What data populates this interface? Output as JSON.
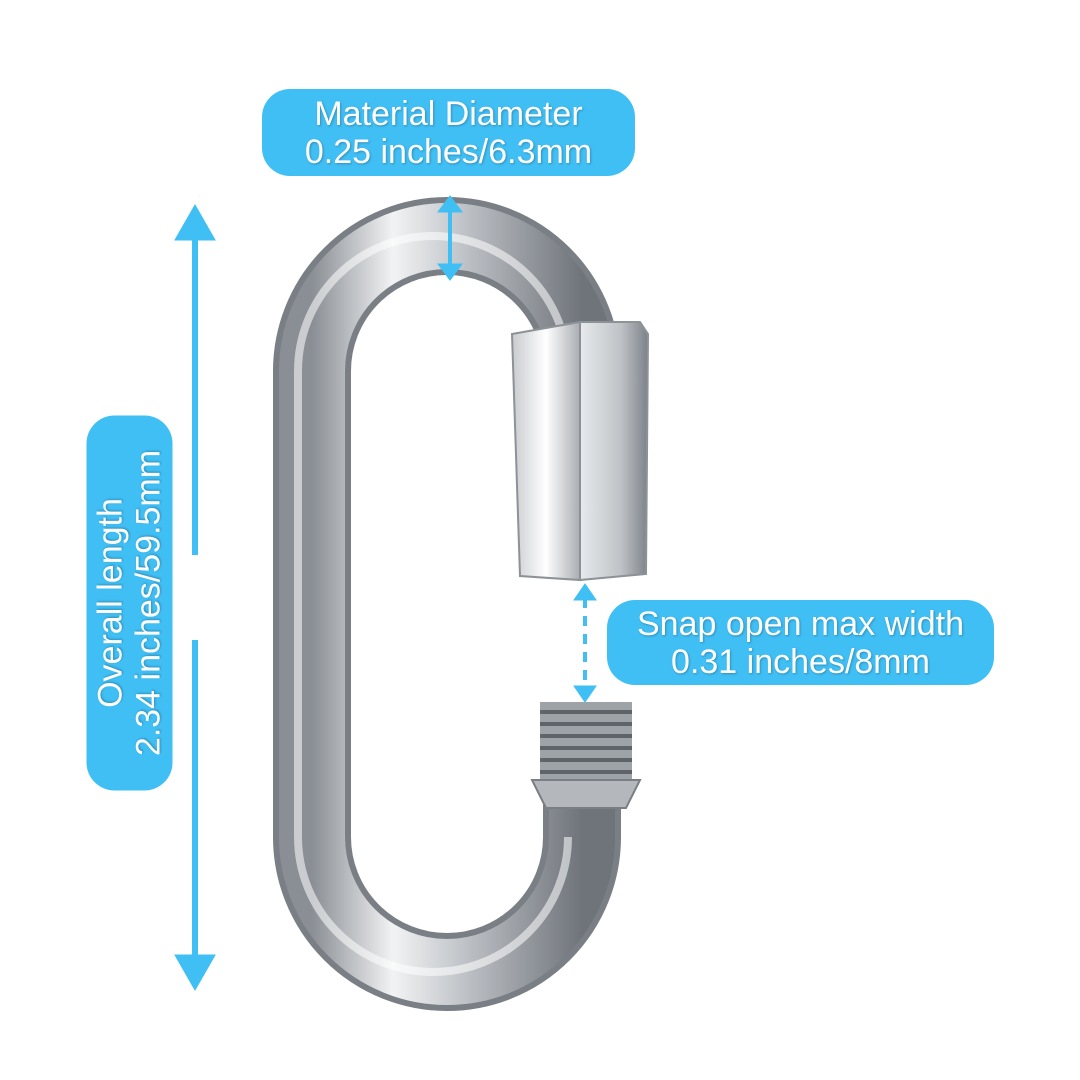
{
  "labels": {
    "material_diameter": {
      "title": "Material Diameter",
      "value": "0.25 inches/6.3mm"
    },
    "snap_open": {
      "title": "Snap open max width",
      "value": "0.31 inches/8mm"
    },
    "overall_length": {
      "title": "Overall length",
      "value": "2.34 inches/59.5mm"
    }
  },
  "colors": {
    "accent": "#40bff5",
    "metal": "#c9ccd0"
  }
}
